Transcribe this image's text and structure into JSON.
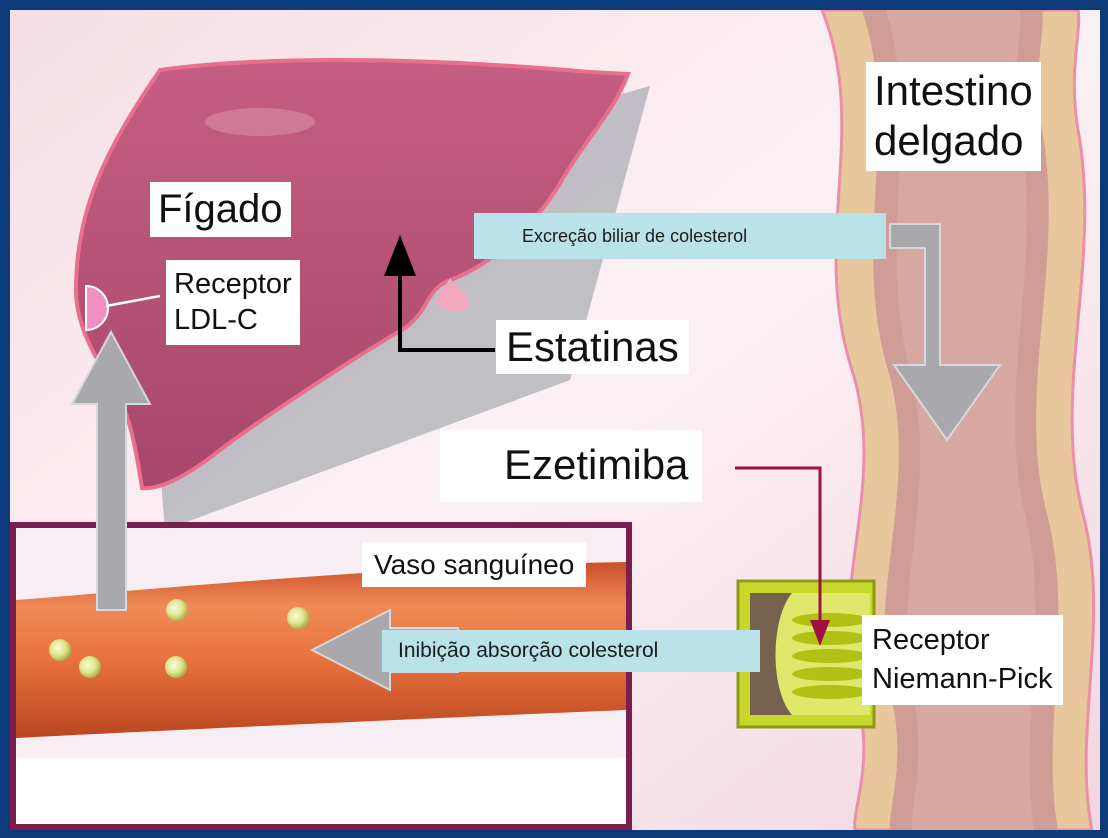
{
  "labels": {
    "figado": "Fígado",
    "intestino_line1": "Intestino",
    "intestino_line2": "delgado",
    "receptor_ldl_line1": "Receptor",
    "receptor_ldl_line2": "LDL-C",
    "estatinas": "Estatinas",
    "excrecao": "Excreção biliar de colesterol",
    "ezetimiba": "Ezetimiba",
    "vaso": "Vaso sanguíneo",
    "inibicao": "Inibição absorção colesterol",
    "receptor_np_line1": "Receptor",
    "receptor_np_line2": "Niemann-Pick"
  },
  "colors": {
    "frame": "#0c3a7a",
    "liver": "#b34f72",
    "liver_outline": "#e8708e",
    "intestine_outer": "#e8c79d",
    "intestine_inner": "#cf9d96",
    "vessel": "#e1723f",
    "arrow_gray": "#a9a9ad",
    "label_highlight": "#b9e3e9",
    "receptor_green": "#c7d82a",
    "ezetimiba_line": "#9d1242"
  }
}
